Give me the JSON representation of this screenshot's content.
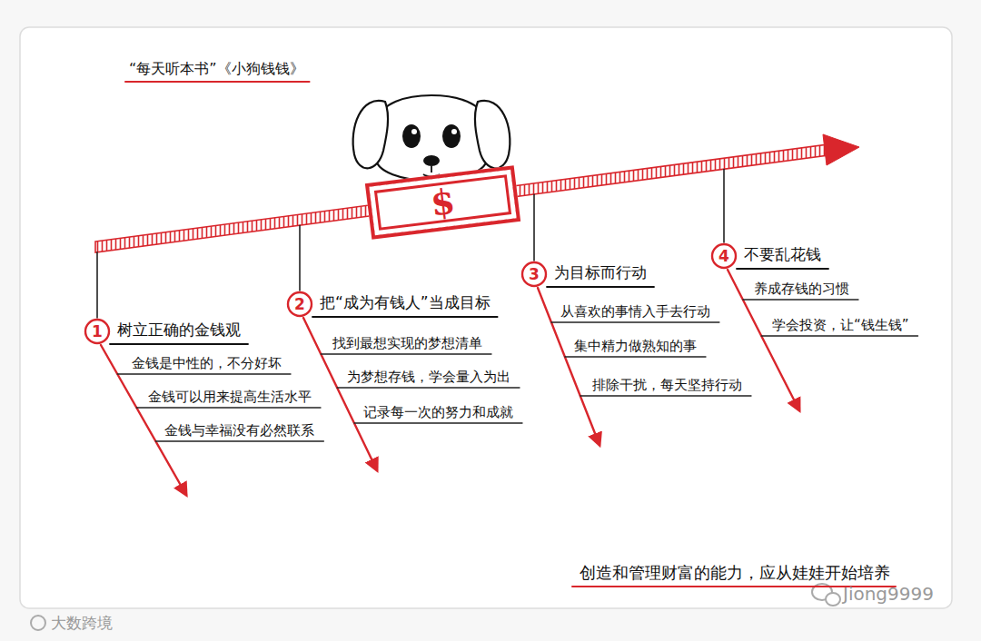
{
  "diagram": {
    "title": "“每天听本书”《小狗钱钱》",
    "caption": "创造和管理财富的能力，应从娃娃开始培养",
    "nodes": [
      {
        "text": [
          "$"
        ]
      },
      {
        "text": [
          "1",
          "树立正确的金钱观"
        ]
      },
      {
        "text": [
          "2",
          "把“成为有钱人”当成目标"
        ]
      },
      {
        "text": [
          "3",
          "为目标而行动"
        ]
      },
      {
        "text": [
          "4",
          "不要乱花钱"
        ]
      }
    ],
    "labels": [
      "金钱是中性的，不分好坏",
      "金钱可以用来提高生活水平",
      "金钱与幸福没有必然联系",
      "找到最想实现的梦想清单",
      "为梦想存钱，学会量入为出",
      "记录每一次的努力和成就",
      "从喜欢的事情入手去行动",
      "集中精力做熟知的事",
      "排除干扰，每天坚持行动",
      "养成存钱的习惯",
      "学会投资，让“钱生钱”",
      "大数跨境",
      "Jiong9999"
    ]
  }
}
